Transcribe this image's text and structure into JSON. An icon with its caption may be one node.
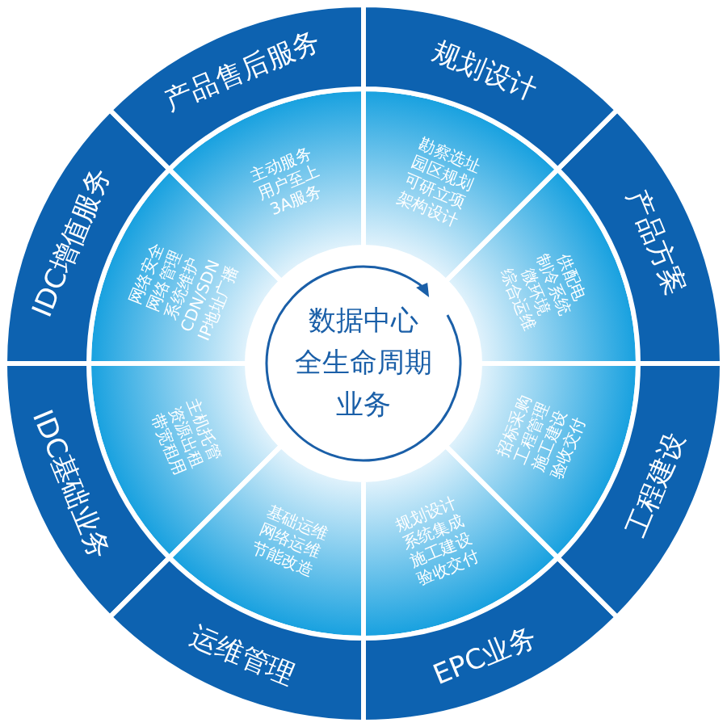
{
  "diagram": {
    "nodes": [
      {
        "text": [
          "数据中心",
          "全生命周期",
          "业务"
        ]
      },
      {
        "text": [
          "产品售后服务",
          "主动服务",
          "用户至上",
          "3A服务"
        ]
      },
      {
        "text": [
          "规划设计",
          "勘察选址",
          "园区规划",
          "可研立项",
          "架构设计"
        ]
      },
      {
        "text": [
          "产品方案",
          "供配电",
          "制冷系统",
          "微环境",
          "综合运维"
        ]
      },
      {
        "text": [
          "工程建设",
          "招标采购",
          "工程管理",
          "施工建设",
          "验收交付"
        ]
      },
      {
        "text": [
          "EPC业务",
          "规划设计",
          "系统集成",
          "施工建设",
          "验收交付"
        ]
      },
      {
        "text": [
          "运维管理",
          "基础运维",
          "网络运维",
          "节能改造"
        ]
      },
      {
        "text": [
          "IDC基础业务",
          "主机托管",
          "资源出租",
          "带宽租用"
        ]
      },
      {
        "text": [
          "IDC增值服务",
          "网络安全",
          "网络管理",
          "系统维护",
          "CDN/SDN",
          "IP地址广播"
        ]
      }
    ]
  }
}
